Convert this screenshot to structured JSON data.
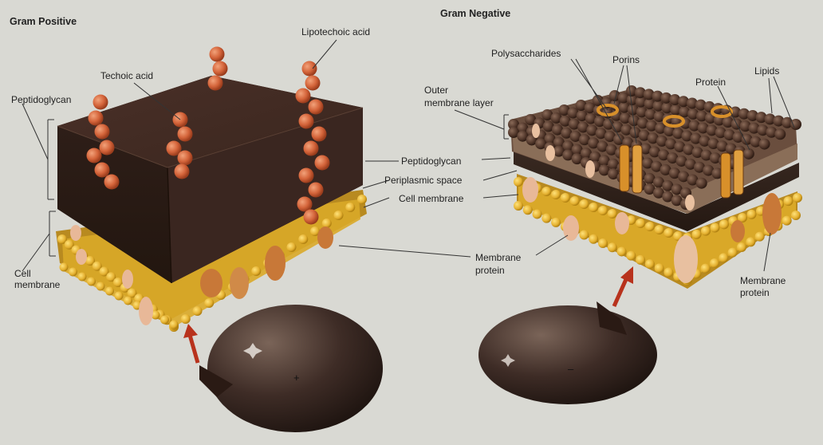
{
  "gram_positive": {
    "title": "Gram Positive",
    "labels": {
      "peptidoglycan": "Peptidoglycan",
      "techoic_acid": "Techoic acid",
      "lipotechoic_acid": "Lipotechoic acid",
      "cell_membrane_1": "Cell",
      "cell_membrane_2": "membrane"
    }
  },
  "gram_negative": {
    "title": "Gram Negative",
    "labels": {
      "polysaccharides": "Polysaccharides",
      "porins": "Porins",
      "protein": "Protein",
      "lipids": "Lipids",
      "outer_membrane_1": "Outer",
      "outer_membrane_2": "membrane layer",
      "membrane_protein_1": "Membrane",
      "membrane_protein_2": "protein"
    }
  },
  "shared_labels": {
    "peptidoglycan": "Peptidoglycan",
    "periplasmic_space": "Periplasmic space",
    "cell_membrane": "Cell membrane",
    "membrane_protein_1": "Membrane",
    "membrane_protein_2": "protein"
  },
  "cell_signs": {
    "positive": "+",
    "negative": "–"
  },
  "colors": {
    "background": "#d9d9d3",
    "peptidoglycan": "#3e2a22",
    "lipid_head": "#e8b836",
    "protein": "#d68a4a",
    "acid_bead": "#d8683a",
    "porin": "#d8902a",
    "arrow": "#b8321c",
    "cell_body": "#3a2a24"
  }
}
